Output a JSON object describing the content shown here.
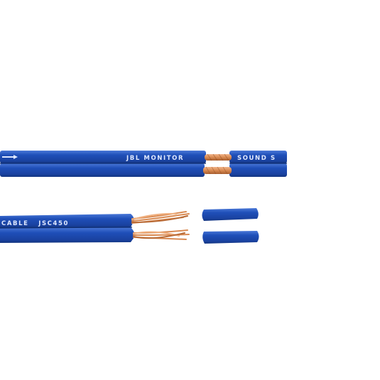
{
  "image": {
    "background": "#ffffff",
    "cable_color": "#1f4fb8",
    "cable_shadow": "#143a8e",
    "copper_color": "#d98a52"
  },
  "upper_cable": {
    "print_left": "JBL MONITOR",
    "print_right": "SOUND S"
  },
  "lower_cable": {
    "print": "CABLE   JSC450"
  }
}
